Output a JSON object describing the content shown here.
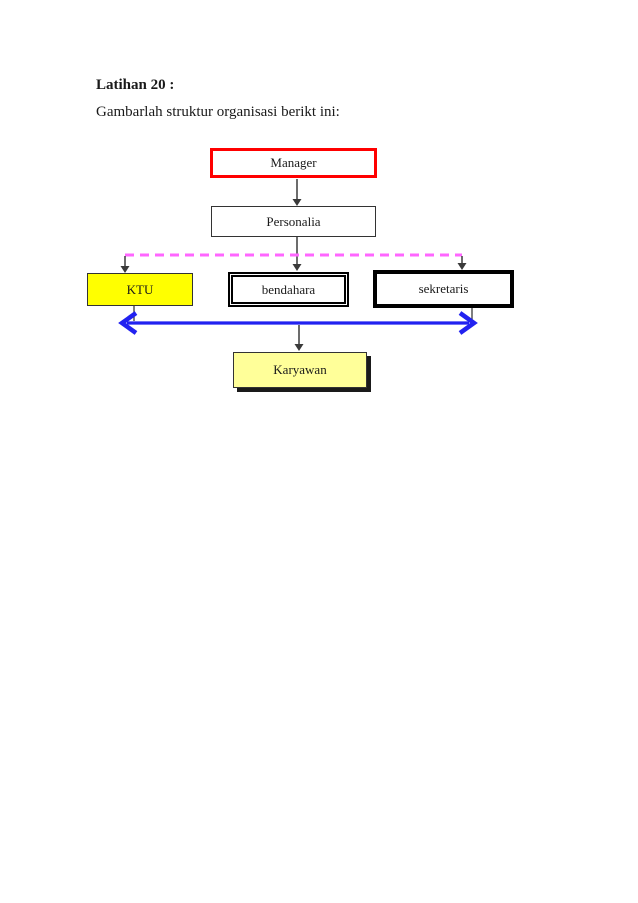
{
  "page": {
    "heading": "Latihan 20 :",
    "instruction": "Gambarlah struktur organisasi berikt ini:"
  },
  "org_chart": {
    "nodes": {
      "manager": {
        "label": "Manager"
      },
      "personalia": {
        "label": "Personalia"
      },
      "ktu": {
        "label": "KTU"
      },
      "bendahara": {
        "label": "bendahara"
      },
      "sekretaris": {
        "label": "sekretaris"
      },
      "karyawan": {
        "label": "Karyawan"
      }
    },
    "colors": {
      "manager_border": "#ff0000",
      "ktu_fill": "#ffff00",
      "karyawan_fill": "#ffff99",
      "karyawan_shadow": "#1a1a1a",
      "dashed_branch_line": "#ff66ff",
      "double_headed_arrow": "#2222f0",
      "connector": "#3a3a3a"
    }
  }
}
